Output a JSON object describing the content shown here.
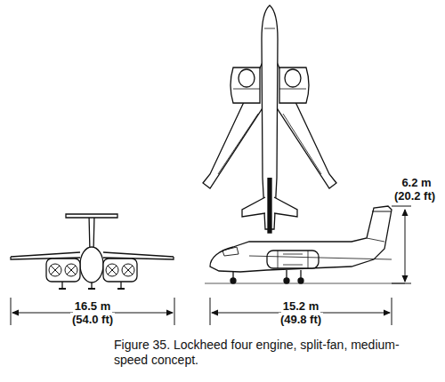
{
  "diagram": {
    "caption": "Figure 35. Lockheed four engine, split-fan, medium-speed concept.",
    "labels": [
      "6.2 m",
      "(20.2 ft)",
      "16.5 m",
      "(54.0 ft)",
      "15.2 m",
      "(49.8 ft)"
    ]
  }
}
